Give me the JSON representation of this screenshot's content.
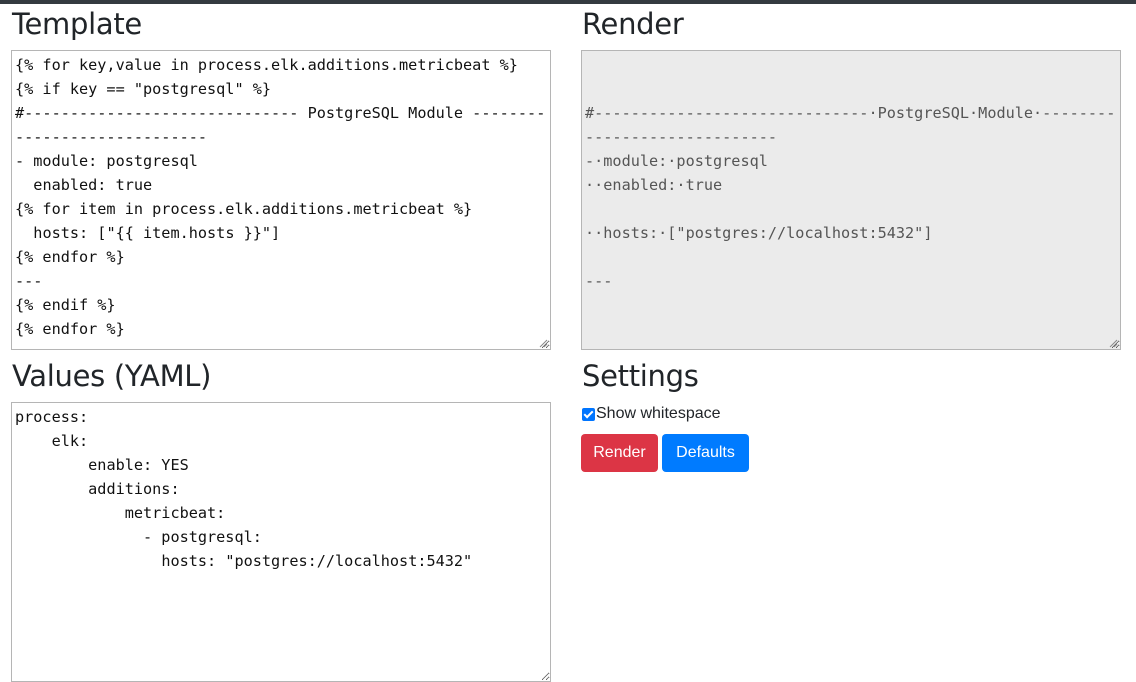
{
  "headings": {
    "template": "Template",
    "render": "Render",
    "values": "Values (YAML)",
    "settings": "Settings"
  },
  "template_editor": {
    "value": "{% for key,value in process.elk.additions.metricbeat %}\n{% if key == \"postgresql\" %}\n#------------------------------ PostgreSQL Module -----------------------------\n- module: postgresql\n  enabled: true\n{% for item in process.elk.additions.metricbeat %}\n  hosts: [\"{{ item.hosts }}\"]\n{% endfor %}\n---\n{% endif %}\n{% endfor %}"
  },
  "render_output": {
    "value": "\n\n#------------------------------·PostgreSQL·Module·-----------------------------\n-·module:·postgresql\n··enabled:·true\n\n··hosts:·[\"postgres://localhost:5432\"]\n\n---"
  },
  "values_editor": {
    "value": "process:\n    elk:\n        enable: YES\n        additions:\n            metricbeat:\n              - postgresql:\n                hosts: \"postgres://localhost:5432\""
  },
  "settings": {
    "show_whitespace_label": "Show whitespace",
    "show_whitespace_checked": true
  },
  "buttons": {
    "render_label": "Render",
    "defaults_label": "Defaults"
  },
  "colors": {
    "render_button": "#dc3545",
    "defaults_button": "#007bff",
    "checkbox": "#0075ff",
    "render_background": "#ebebeb",
    "top_bar": "#343a40"
  }
}
